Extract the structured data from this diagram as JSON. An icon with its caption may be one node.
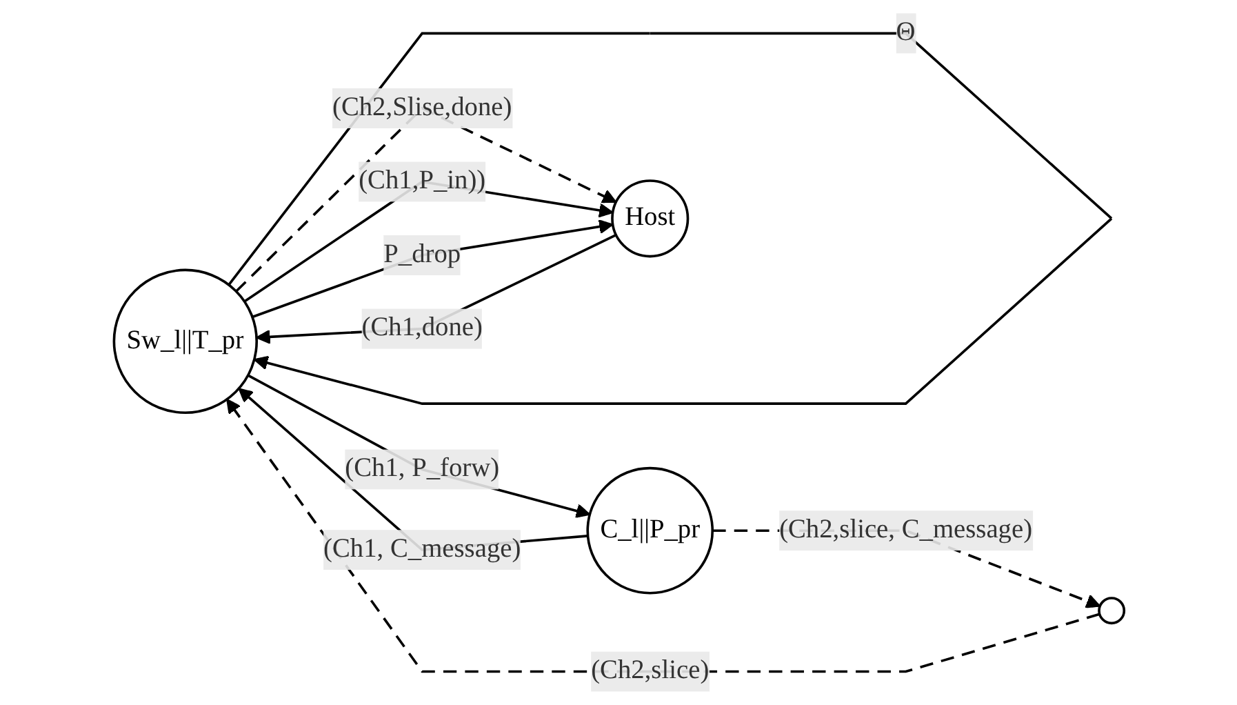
{
  "diagram": {
    "nodes": [
      {
        "text": [
          "Sw_l||T_pr"
        ]
      },
      {
        "text": [
          "C_l||P_pr"
        ]
      },
      {
        "text": [],
        "shape": "circle"
      },
      {
        "text": [
          "Host"
        ]
      }
    ],
    "edges": [
      {
        "from": 0,
        "to": 0,
        "arrow": "to",
        "label": "Θ"
      },
      {
        "from": 0,
        "to": 1,
        "arrow": "to",
        "label": "(Ch1, P_forw)"
      },
      {
        "from": 1,
        "to": 0,
        "arrow": "to",
        "label": "(Ch1, C_message)"
      },
      {
        "from": 1,
        "to": 2,
        "arrow": "to",
        "label": "(Ch2,slice, C_message)",
        "style": "dashed"
      },
      {
        "from": 2,
        "to": 0,
        "arrow": "to",
        "label": "(Ch2,slice)",
        "style": "dashed"
      },
      {
        "from": 0,
        "to": 3,
        "arrow": "to",
        "label": "(Ch2,Slise,done)",
        "style": "dashed"
      },
      {
        "from": 0,
        "to": 3,
        "arrow": "to",
        "label": "(Ch1,P_in))"
      },
      {
        "from": 3,
        "to": 0,
        "arrow": "to",
        "label": "(Ch1,done)"
      },
      {
        "from": 0,
        "to": 3,
        "arrow": "to",
        "label": "P_drop"
      }
    ]
  }
}
